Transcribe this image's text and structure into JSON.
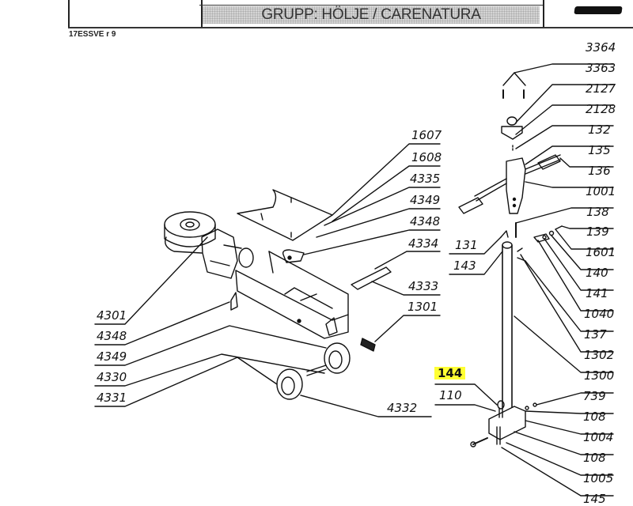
{
  "header": {
    "group_title": "GRUPP: HÖLJE / CARENATURA",
    "document_code": "17ESSVE r 9",
    "redacted_mark": "[redacted]"
  },
  "colors": {
    "highlight": "#ffff33",
    "line": "#111111",
    "title_bar": "#d4d4d4"
  },
  "left_assembly": {
    "top_callouts": [
      "1607",
      "1608",
      "4335",
      "4349",
      "4348",
      "4334",
      "4333",
      "1301"
    ],
    "bottom_callouts": [
      "4301",
      "4348",
      "4349",
      "4330",
      "4331"
    ],
    "wheel_callout": "4332"
  },
  "right_assembly": {
    "column_callouts": [
      "3364",
      "3363",
      "2127",
      "2128",
      "132",
      "135",
      "136",
      "1001",
      "138",
      "139",
      "1601",
      "140",
      "141",
      "1040",
      "137",
      "1302",
      "1300",
      "739",
      "108",
      "1004",
      "108",
      "1005",
      "145"
    ],
    "left_callouts": [
      "131",
      "143",
      "110"
    ],
    "highlighted_callout": "144"
  }
}
